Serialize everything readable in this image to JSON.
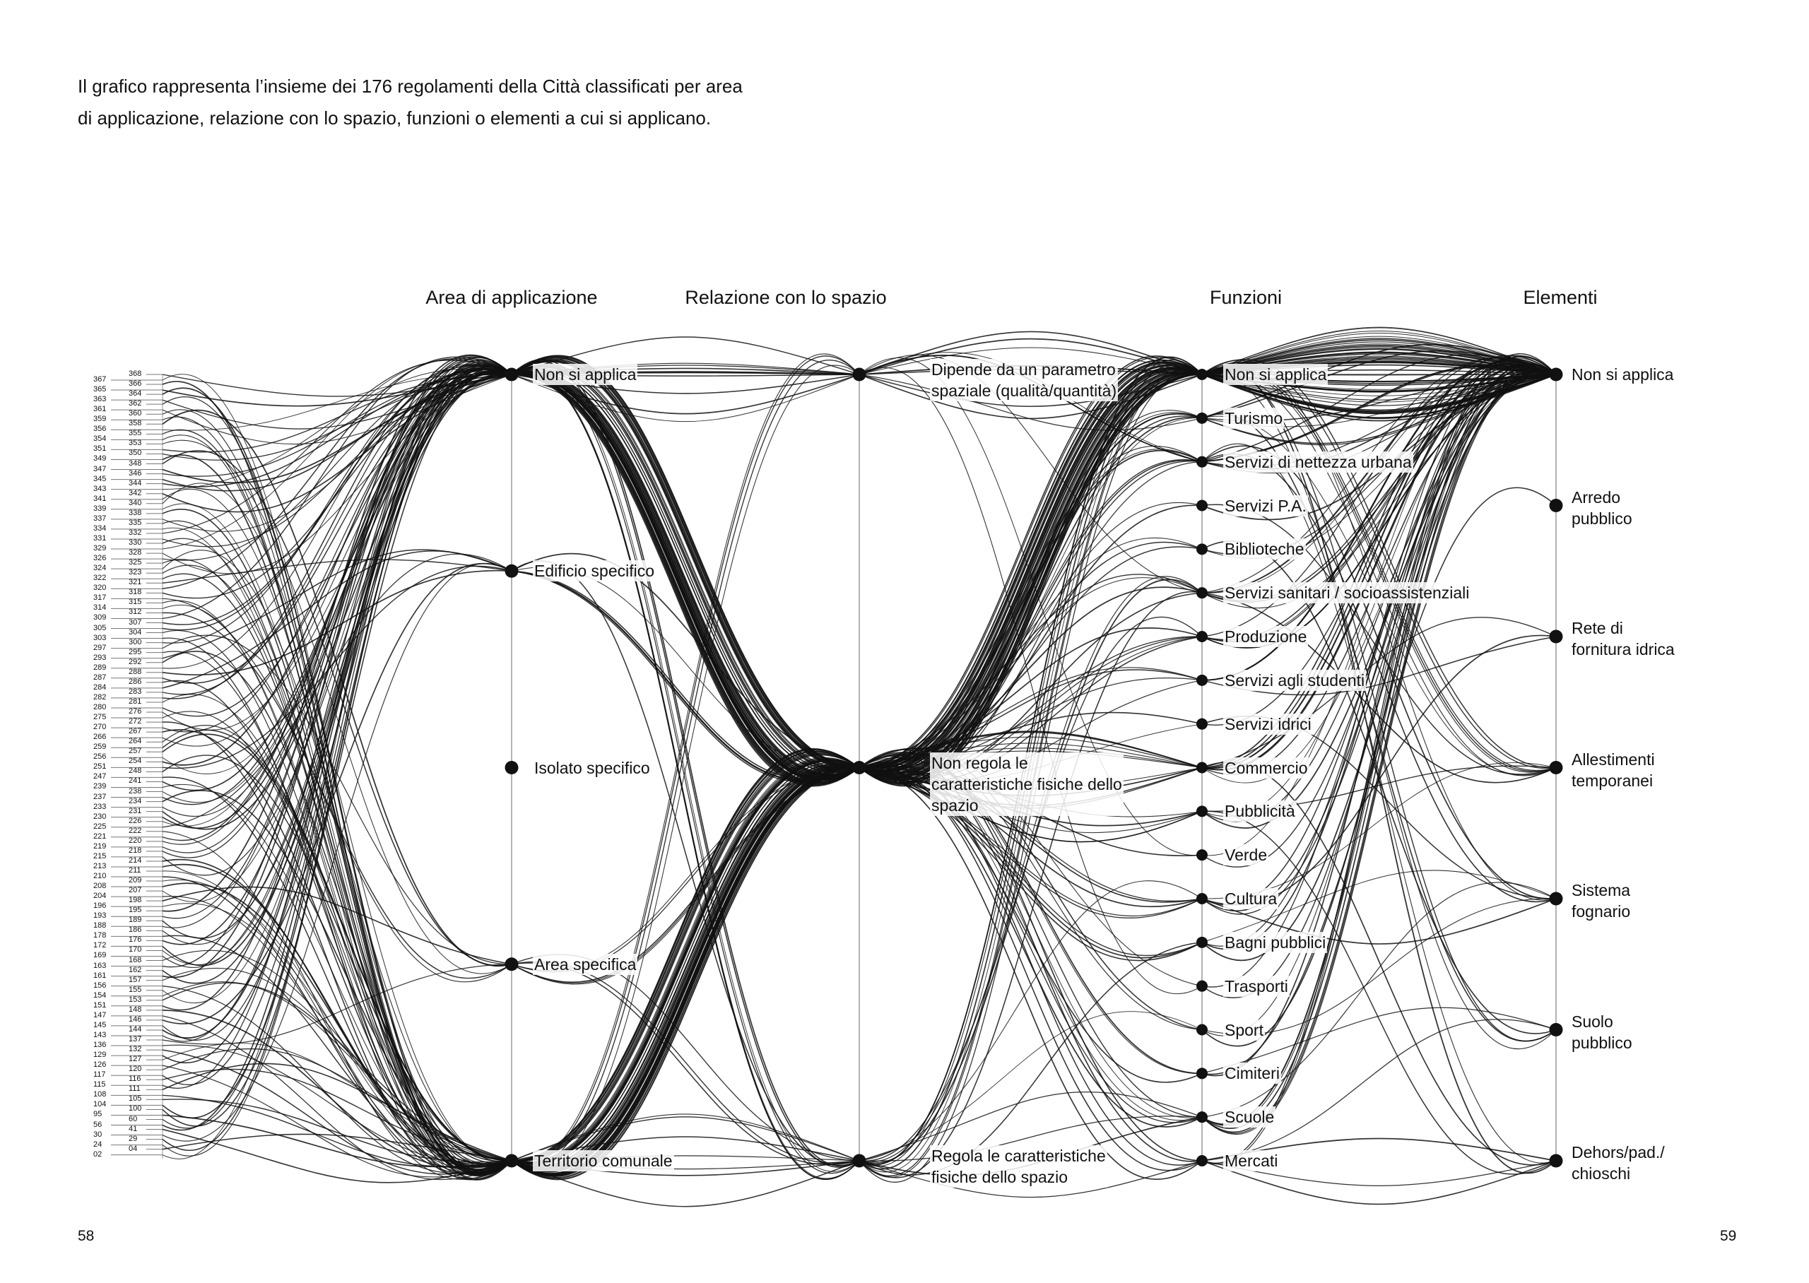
{
  "intro": {
    "line1": "Il grafico rappresenta l’insieme dei 176 regolamenti della Città classificati per area",
    "line2": "di applicazione, relazione con lo spazio, funzioni o elementi a cui si applicano."
  },
  "columns": [
    {
      "title": "Area di applicazione",
      "nodes": [
        "Non si applica",
        "Edificio specifico",
        "Isolato specifico",
        "Area specifica",
        "Territorio comunale"
      ]
    },
    {
      "title": "Relazione con lo spazio",
      "nodes": [
        "Dipende da un parametro\nspaziale (qualità/quantità)",
        "Non regola le\ncaratteristiche fisiche dello\nspazio",
        "Regola le caratteristiche\nfisiche dello spazio"
      ]
    },
    {
      "title": "Funzioni",
      "nodes": [
        "Non si applica",
        "Turismo",
        "Servizi di nettezza urbana",
        "Servizi P.A.",
        "Biblioteche",
        "Servizi sanitari / socioassistenziali",
        "Produzione",
        "Servizi agli studenti",
        "Servizi idrici",
        "Commercio",
        "Pubblicità",
        "Verde",
        "Cultura",
        "Bagni pubblici",
        "Trasporti",
        "Sport",
        "Cimiteri",
        "Scuole",
        "Mercati"
      ]
    },
    {
      "title": "Elementi",
      "nodes": [
        "Non si applica",
        "Arredo\npubblico",
        "Rete di\nfornitura idrica",
        "Allestimenti\ntemporanei",
        "Sistema\nfognario",
        "Suolo\npubblico",
        "Dehors/pad./\nchioschi"
      ]
    }
  ],
  "regulations_left": [
    "367",
    "365",
    "363",
    "361",
    "359",
    "356",
    "354",
    "351",
    "349",
    "347",
    "345",
    "343",
    "341",
    "339",
    "337",
    "334",
    "331",
    "329",
    "326",
    "324",
    "322",
    "320",
    "317",
    "314",
    "309",
    "305",
    "303",
    "297",
    "293",
    "289",
    "287",
    "284",
    "282",
    "280",
    "275",
    "270",
    "266",
    "259",
    "256",
    "251",
    "247",
    "239",
    "237",
    "233",
    "230",
    "225",
    "221",
    "219",
    "215",
    "213",
    "210",
    "208",
    "204",
    "196",
    "193",
    "188",
    "178",
    "172",
    "169",
    "163",
    "161",
    "156",
    "154",
    "151",
    "147",
    "145",
    "143",
    "136",
    "129",
    "126",
    "117",
    "115",
    "108",
    "104",
    "95",
    "56",
    "30",
    "24",
    "02"
  ],
  "regulations_right": [
    "368",
    "366",
    "364",
    "362",
    "360",
    "358",
    "355",
    "353",
    "350",
    "348",
    "346",
    "344",
    "342",
    "340",
    "338",
    "335",
    "332",
    "330",
    "328",
    "325",
    "323",
    "321",
    "318",
    "315",
    "312",
    "307",
    "304",
    "300",
    "295",
    "292",
    "288",
    "286",
    "283",
    "281",
    "276",
    "272",
    "267",
    "264",
    "257",
    "254",
    "248",
    "241",
    "238",
    "234",
    "231",
    "226",
    "222",
    "220",
    "218",
    "214",
    "211",
    "209",
    "207",
    "198",
    "195",
    "189",
    "186",
    "176",
    "170",
    "168",
    "162",
    "157",
    "155",
    "153",
    "148",
    "146",
    "144",
    "137",
    "132",
    "127",
    "120",
    "116",
    "111",
    "105",
    "100",
    "60",
    "41",
    "29",
    "04"
  ],
  "pages": {
    "left": "58",
    "right": "59"
  },
  "colors": {
    "ink": "#111111",
    "axis": "#9a9a9a"
  }
}
